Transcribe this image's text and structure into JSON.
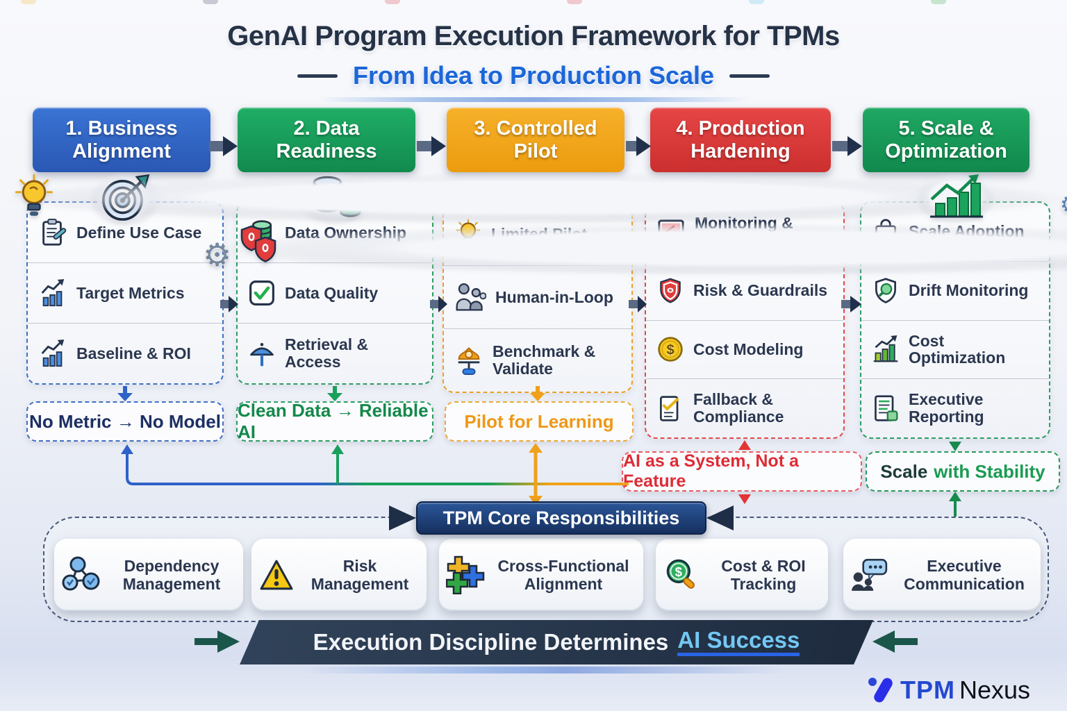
{
  "header": {
    "title": "GenAI Program Execution Framework for TPMs",
    "subtitle": "From Idea to Production Scale"
  },
  "phases": [
    {
      "label": "1. Business Alignment",
      "color": "#2e62c4",
      "items": [
        "Define Use Case",
        "Target Metrics",
        "Baseline & ROI"
      ],
      "tagline": "No Metric → No Model"
    },
    {
      "label": "2. Data Readiness",
      "color": "#18a05c",
      "items": [
        "Data Ownership",
        "Data Quality",
        "Retrieval & Access"
      ],
      "tagline": "Clean Data → Reliable AI"
    },
    {
      "label": "3. Controlled Pilot",
      "color": "#f2a41b",
      "items": [
        "Limited Pilot",
        "Human-in-Loop",
        "Benchmark & Validate"
      ],
      "tagline": "Pilot for Learning"
    },
    {
      "label": "4. Production Hardening",
      "color": "#d93a3a",
      "items": [
        "Monitoring & Alerts",
        "Risk & Guardrails",
        "Cost Modeling",
        "Fallback & Compliance"
      ],
      "tagline": "AI as a System, Not a Feature"
    },
    {
      "label": "5. Scale & Optimization",
      "color": "#17994f",
      "items": [
        "Scale Adoption",
        "Drift Monitoring",
        "Cost Optimization",
        "Executive Reporting"
      ],
      "tagline_dark": "Scale",
      "tagline_rest": "with Stability"
    }
  ],
  "core": {
    "title": "TPM Core Responsibilities",
    "items": [
      "Dependency Management",
      "Risk Management",
      "Cross-Functional Alignment",
      "Cost & ROI Tracking",
      "Executive Communication"
    ]
  },
  "banner": {
    "text": "Execution Discipline Determines",
    "highlight": "AI Success"
  },
  "logo": {
    "brand": "TPM",
    "name": "Nexus"
  },
  "glyphs": {
    "gear": "⚙",
    "dollar": "$"
  },
  "colors": {
    "title_navy": "#253246",
    "subtitle_blue": "#1b66d8",
    "phase1_blue": "#2e62c4",
    "phase2_green": "#18a05c",
    "phase3_orange": "#f2a41b",
    "phase4_red": "#d93a3a",
    "phase5_green": "#17994f",
    "banner_navy": "#243447",
    "banner_highlight": "#74c7f3"
  }
}
